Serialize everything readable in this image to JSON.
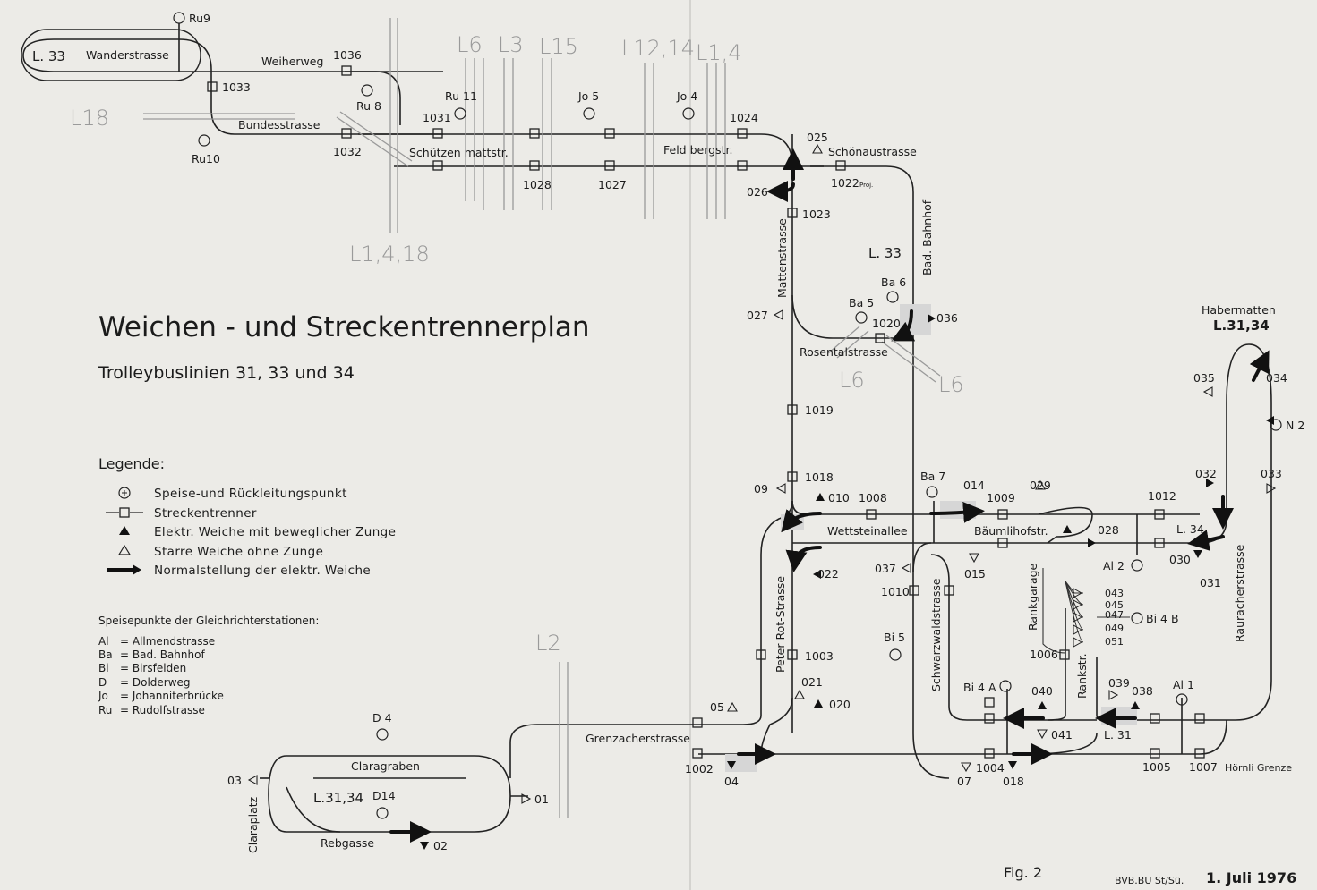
{
  "title": "Weichen - und  Streckentrennerplan",
  "subtitle": "Trolleybuslinien   31, 33 und 34",
  "legend": {
    "heading": "Legende:",
    "items": [
      {
        "icon": "feed-point-icon",
        "text": "Speise-und Rückleitungspunkt"
      },
      {
        "icon": "section-insulator-icon",
        "text": "Streckentrenner"
      },
      {
        "icon": "electric-switch-icon",
        "text": "Elektr. Weiche mit beweglicher Zunge"
      },
      {
        "icon": "fixed-switch-icon",
        "text": "Starre Weiche ohne Zunge"
      },
      {
        "icon": "normal-position-arrow-icon",
        "text": "Normalstellung der elektr. Weiche"
      }
    ]
  },
  "stations": {
    "heading": "Speisepunkte der Gleichrichterstationen:",
    "items": [
      {
        "abbr": "Al",
        "name": "= Allmendstrasse"
      },
      {
        "abbr": "Ba",
        "name": "= Bad. Bahnhof"
      },
      {
        "abbr": "Bi",
        "name": "= Birsfelden"
      },
      {
        "abbr": "D",
        "name": "= Dolderweg"
      },
      {
        "abbr": "Jo",
        "name": "= Johanniterbrücke"
      },
      {
        "abbr": "Ru",
        "name": "= Rudolfstrasse"
      }
    ]
  },
  "line_boxes": {
    "l33_terminal": "L. 33",
    "l33_mid": "L. 33",
    "l3134_west": "L.31,34",
    "l3134_east": "L.31,34",
    "l34": "L. 34",
    "l31": "L. 31",
    "habermatten": "Habermatten"
  },
  "streets": {
    "wanderstrasse": "Wanderstrasse",
    "weiherweg": "Weiherweg",
    "bundesstrasse": "Bundesstrasse",
    "schuetzenmattstr": "Schützen mattstr.",
    "feldbergstr": "Feld bergstr.",
    "schoenaustrasse": "Schönaustrasse",
    "mattenstrasse": "Mattenstrasse",
    "bad_bahnhof": "Bad. Bahnhof",
    "rosentalstrasse": "Rosentalstrasse",
    "wettsteinallee": "Wettsteinallee",
    "baeumlihofstr": "Bäumlihofstr.",
    "peter_rot": "Peter Rot-Strasse",
    "schwarzwaldstrasse": "Schwarzwaldstrasse",
    "rankgarage": "Rankgarage",
    "rankstr": "Rankstr.",
    "rauracherstrasse": "Rauracherstrasse",
    "grenzacherstrasse": "Grenzacherstrasse",
    "claragraben": "Claragraben",
    "rebgasse": "Rebgasse",
    "claraplatz": "Claraplatz",
    "hoernli": "Hörnli Grenze"
  },
  "feed_points": {
    "ru9": "Ru9",
    "ru8": "Ru 8",
    "ru10": "Ru10",
    "ru11": "Ru 11",
    "jo5": "Jo 5",
    "jo4": "Jo 4",
    "ba5": "Ba 5",
    "ba6": "Ba 6",
    "ba7": "Ba 7",
    "al2": "Al 2",
    "n2": "N 2",
    "bi5": "Bi 5",
    "bi4a": "Bi 4 A",
    "bi4b": "Bi 4 B",
    "al1": "Al 1",
    "d4": "D 4",
    "d14": "D14"
  },
  "insulators": {
    "i1033": "1033",
    "i1036": "1036",
    "i1031": "1031",
    "i1032": "1032",
    "i1028": "1028",
    "i1027": "1027",
    "i1024": "1024",
    "i1022": "1022",
    "proj": "Proj.",
    "i1023": "1023",
    "i1020": "1020",
    "i1019": "1019",
    "i1018": "1018",
    "i1008": "1008",
    "i1009": "1009",
    "i1012": "1012",
    "i1010": "1010",
    "i1006": "1006",
    "i1003": "1003",
    "i1002": "1002",
    "i1004": "1004",
    "i1005": "1005",
    "i1007": "1007"
  },
  "switches": {
    "s025": "025",
    "s026": "026",
    "s027": "027",
    "s036": "036",
    "s035": "035",
    "s034": "034",
    "s09": "09",
    "s010": "010",
    "s014": "014",
    "s029": "029",
    "s028": "028",
    "s032": "032",
    "s033": "033",
    "s030": "030",
    "s031": "031",
    "s037": "037",
    "s015": "015",
    "s022": "022",
    "s043": "043",
    "s045": "045",
    "s047": "047",
    "s049": "049",
    "s051": "051",
    "s021": "021",
    "s020": "020",
    "s05": "05",
    "s040": "040",
    "s041": "041",
    "s039": "039",
    "s038": "038",
    "s04": "04",
    "s07": "07",
    "s018": "018",
    "s03": "03",
    "s01": "01",
    "s02": "02"
  },
  "pencil_notes": {
    "l18": "L18",
    "l6": "L6",
    "l3": "L3",
    "l15": "L15",
    "l1214": "L12,14",
    "l14": "L1,4",
    "l1418": "L1,4,18",
    "l6a": "L6",
    "l6b": "L6",
    "l2": "L2"
  },
  "footer": {
    "fig": "Fig. 2",
    "ref": "BVB.BU St/Sü.",
    "date": "1. Juli 1976"
  }
}
